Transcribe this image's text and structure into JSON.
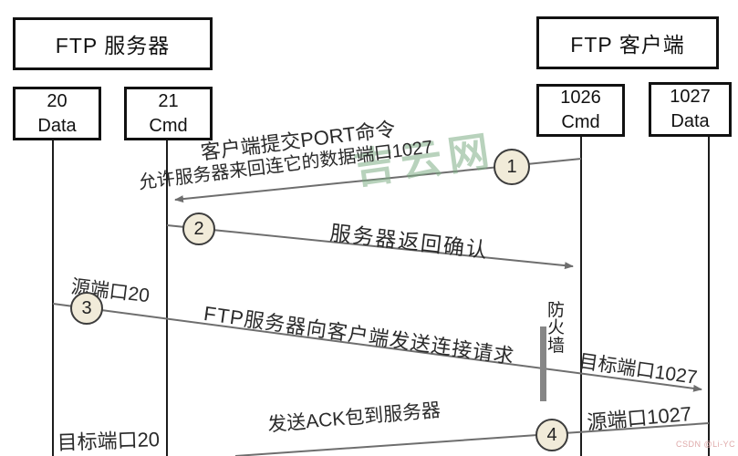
{
  "diagram": {
    "server": {
      "title": "FTP 服务器",
      "ports": [
        {
          "number": "20",
          "label": "Data"
        },
        {
          "number": "21",
          "label": "Cmd"
        }
      ]
    },
    "client": {
      "title": "FTP 客户端",
      "ports": [
        {
          "number": "1026",
          "label": "Cmd"
        },
        {
          "number": "1027",
          "label": "Data"
        }
      ]
    },
    "steps": [
      {
        "num": "1",
        "label_line1": "客户端提交PORT命令",
        "label_line2": "允许服务器来回连它的数据端口1027"
      },
      {
        "num": "2",
        "label": "服务器返回确认"
      },
      {
        "num": "3",
        "label": "FTP服务器向客户端发送连接请求",
        "source_label": "源端口20",
        "dest_label": "目标端口1027"
      },
      {
        "num": "4",
        "label": "发送ACK包到服务器",
        "source_label": "源端口1027",
        "dest_label": "目标端口20"
      }
    ],
    "firewall_label": "防火墙",
    "watermark_center": "吉云网",
    "watermark_corner": "CSDN @Li-YC"
  },
  "colors": {
    "arrow": "#6e6e6e",
    "lifeline": "#1c1c1c",
    "circle_fill": "#f1ebd9",
    "firewall_bar": "#868686",
    "watermark_green": "#7fae86",
    "watermark_pink": "#dfa9a9"
  }
}
